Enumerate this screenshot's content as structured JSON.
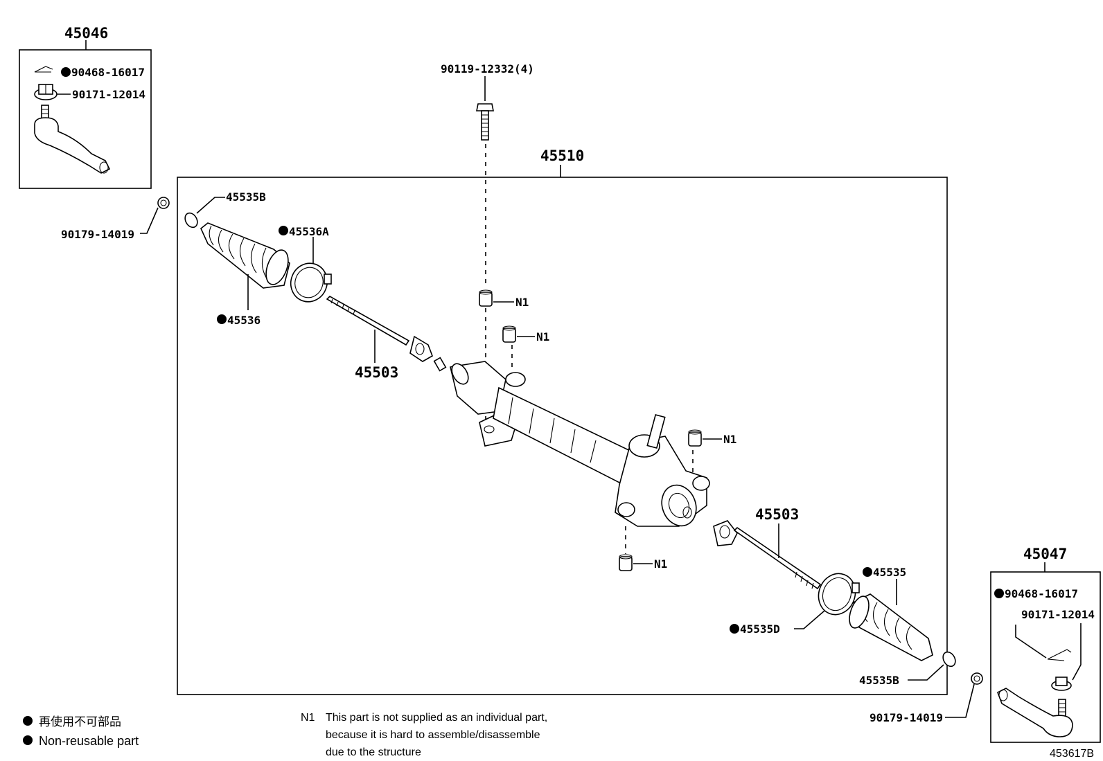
{
  "diagram": {
    "assemblies": {
      "left_tie_rod_end": "45046",
      "right_tie_rod_end": "45047",
      "gear_assembly": "45510"
    },
    "labels": {
      "left_cotter_pin": "90468-16017",
      "left_nut": "90171-12014",
      "left_boot_clip_outer": "90179-14019",
      "left_clamp": "45535B",
      "left_clip": "45536A",
      "left_boot": "45536",
      "left_rack_end": "45503",
      "bolt": "90119-12332(4)",
      "bushing_1": "N1",
      "bushing_2": "N1",
      "bushing_3": "N1",
      "bushing_4": "N1",
      "right_rack_end": "45503",
      "right_boot": "45535",
      "right_clip": "45535D",
      "right_clamp": "45535B",
      "right_boot_clip_outer": "90179-14019",
      "right_cotter_pin": "90468-16017",
      "right_nut": "90171-12014"
    },
    "legend": {
      "jp": "再使用不可部品",
      "en": "Non-reusable part"
    },
    "note": {
      "key": "N1",
      "line1": "This part is not supplied as an individual part,",
      "line2": "because it is hard to assemble/disassemble",
      "line3": "due to the structure"
    },
    "figure_id": "453617B",
    "non_reusable_marker": "filled-circle"
  }
}
